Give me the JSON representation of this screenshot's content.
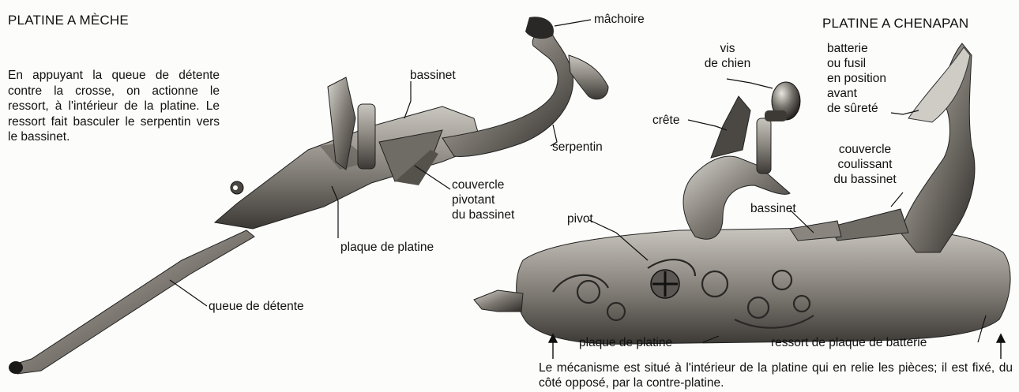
{
  "left": {
    "title": "PLATINE A MÈCHE",
    "description": "En appuyant la queue de détente contre la crosse, on actionne le ressort, à l'intérieur de la platine. Le ressort fait basculer le serpentin vers le bassinet.",
    "labels": {
      "machoire": "mâchoire",
      "bassinet": "bassinet",
      "serpentin": "serpentin",
      "couvercle_lines": [
        "couvercle",
        "pivotant",
        "du bassinet"
      ],
      "plaque": "plaque de platine",
      "queue": "queue de détente"
    }
  },
  "right": {
    "title": "PLATINE A CHENAPAN",
    "labels": {
      "vis_lines": [
        "vis",
        "de chien"
      ],
      "crete": "crête",
      "batterie_lines": [
        "batterie",
        "ou fusil",
        "en position",
        "avant",
        "de sûreté"
      ],
      "couvercle_lines": [
        "couvercle",
        "coulissant",
        "du bassinet"
      ],
      "bassinet": "bassinet",
      "pivot": "pivot",
      "plaque": "plaque de platine",
      "ressort": "ressort de plaque de batterie"
    },
    "caption": "Le mécanisme est situé à l'intérieur de la platine qui en relie les pièces; il est fixé, du côté opposé, par la contre-platine."
  }
}
